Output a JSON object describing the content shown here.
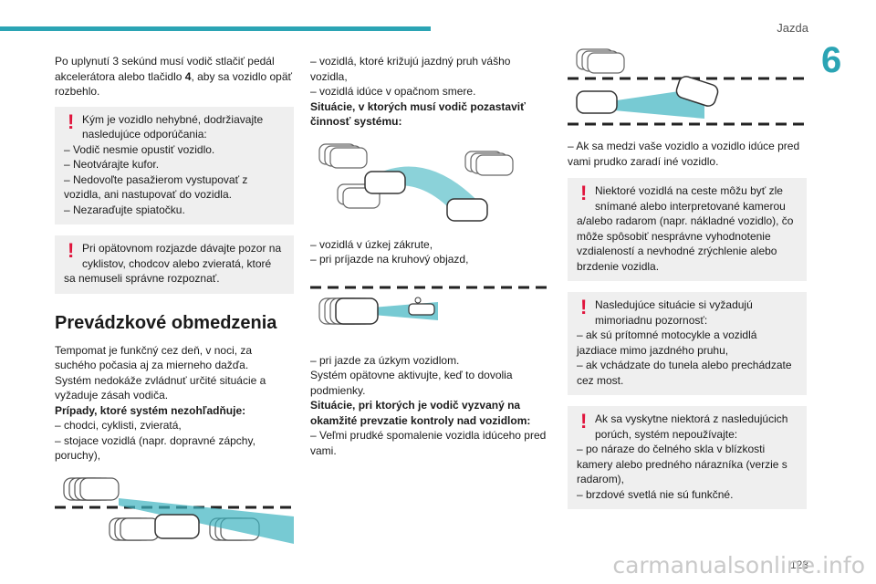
{
  "header": {
    "section": "Jazda",
    "chapter": "6"
  },
  "col1": {
    "intro": [
      "Po uplynutí 3 sekúnd musí vodič stlačiť pedál akcelerátora alebo tlačidlo ",
      "4",
      ", aby sa vozidlo opäť rozbehlo."
    ],
    "warn1": {
      "first": "Kým je vozidlo nehybné, dodržiavajte nasledujúce odporúčania:",
      "items": [
        "–  Vodič nesmie opustiť vozidlo.",
        "–  Neotvárajte kufor.",
        "–  Nedovoľte pasažierom vystupovať z vozidla, ani nastupovať do vozidla.",
        "–  Nezaraďujte spiatočku."
      ]
    },
    "warn2": {
      "first": "Pri opätovnom rozjazde dávajte pozor na cyklistov, chodcov alebo zvieratá, ktoré",
      "rest": "sa nemuseli správne rozpoznať."
    },
    "heading": "Prevádzkové obmedzenia",
    "p1": "Tempomat je funkčný cez deň, v noci, za suchého počasia aj za mierneho dažďa.",
    "p2": "Systém nedokáže zvládnuť určité situácie a vyžaduje zásah vodiča.",
    "p3": "Prípady, ktoré systém nezohľadňuje:",
    "items": [
      "–  chodci, cyklisti, zvieratá,",
      "–  stojace vozidlá (napr. dopravné zápchy, poruchy),"
    ]
  },
  "col2": {
    "items1": [
      "–  vozidlá, ktoré križujú jazdný pruh vášho vozidla,",
      "–  vozidlá idúce v opačnom smere."
    ],
    "bold1": "Situácie, v ktorých musí vodič pozastaviť činnosť systému:",
    "items2": [
      "–  vozidlá v úzkej zákrute,",
      "–  pri príjazde na kruhový objazd,"
    ],
    "items3": [
      "–  pri jazde za úzkym vozidlom."
    ],
    "p1": "Systém opätovne aktivujte, keď to dovolia podmienky.",
    "bold2": "Situácie, pri ktorých je vodič vyzvaný na okamžité prevzatie kontroly nad vozidlom:",
    "items4": [
      "–  Veľmi prudké spomalenie vozidla idúceho pred vami."
    ]
  },
  "col3": {
    "item1": "–  Ak sa medzi vaše vozidlo a vozidlo idúce pred vami prudko zaradí iné vozidlo.",
    "warn1": {
      "first": "Niektoré vozidlá na ceste môžu byť zle snímané alebo interpretované kamerou",
      "rest": "a/alebo radarom (napr. nákladné vozidlo), čo môže spôsobiť nesprávne vyhodnotenie vzdialeností a nevhodné zrýchlenie alebo brzdenie vozidla."
    },
    "warn2": {
      "first": "Nasledujúce situácie si vyžadujú mimoriadnu pozornosť:",
      "items": [
        "–  ak sú prítomné motocykle a vozidlá jazdiace mimo jazdného pruhu,",
        "–  ak vchádzate do tunela alebo prechádzate cez most."
      ]
    },
    "warn3": {
      "first": "Ak sa vyskytne niektorá z nasledujúcich porúch, systém nepoužívajte:",
      "items": [
        "–  po náraze do čelného skla v blízkosti kamery alebo predného nárazníka (verzie s radarom),",
        "–  brzdové svetlá nie sú funkčné."
      ]
    }
  },
  "footer": {
    "page": "123",
    "watermark": "carmanualsonline.info"
  }
}
